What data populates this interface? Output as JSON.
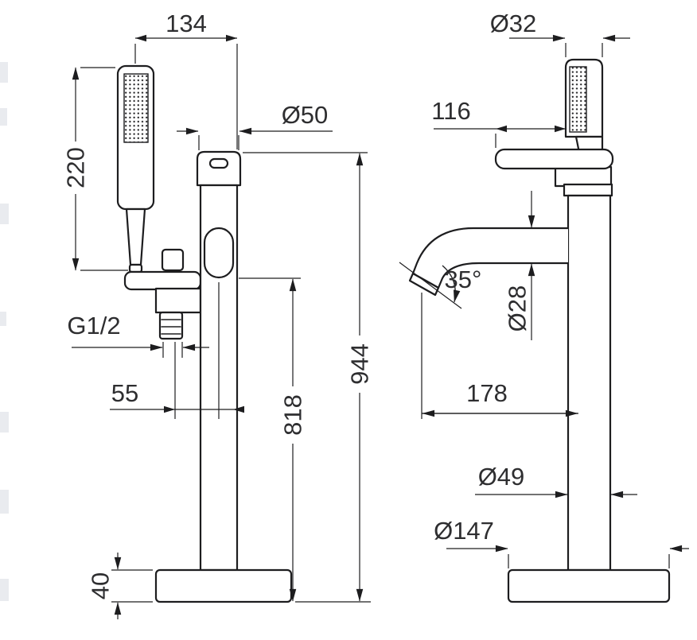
{
  "drawing": {
    "background": "#ffffff",
    "line_color": "#1d1d1f",
    "text_color": "#2e2e30",
    "front_view": {
      "dimensions": {
        "top_width": "134",
        "handshower_height": "220",
        "column_diameter": "Ø50",
        "hose_thread": "G1/2",
        "outlet_offset": "55",
        "outlet_height": "818",
        "total_height": "944",
        "base_height": "40"
      }
    },
    "side_view": {
      "dimensions": {
        "handshower_diameter": "Ø32",
        "handle_length": "116",
        "spout_angle": "35°",
        "spout_diameter": "Ø28",
        "spout_reach": "178",
        "column_base_diameter": "Ø49",
        "base_plate_diameter": "Ø147"
      }
    }
  }
}
